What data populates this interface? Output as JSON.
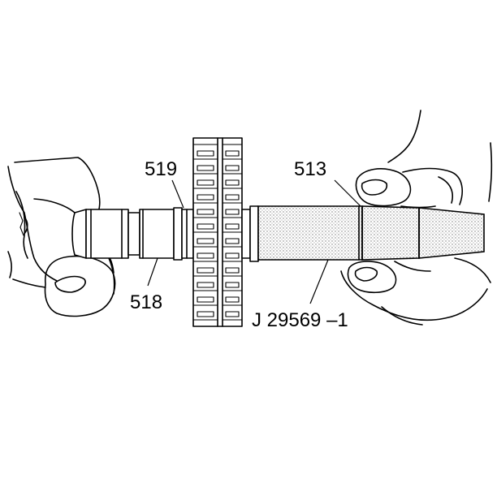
{
  "labels": {
    "shaft": "518",
    "gear_ring": "519",
    "sleeve_end": "513",
    "tool": "J 29569 –1"
  },
  "colors": {
    "ink": "#000000",
    "paper": "#ffffff",
    "stipple": "#8a8a8a"
  }
}
